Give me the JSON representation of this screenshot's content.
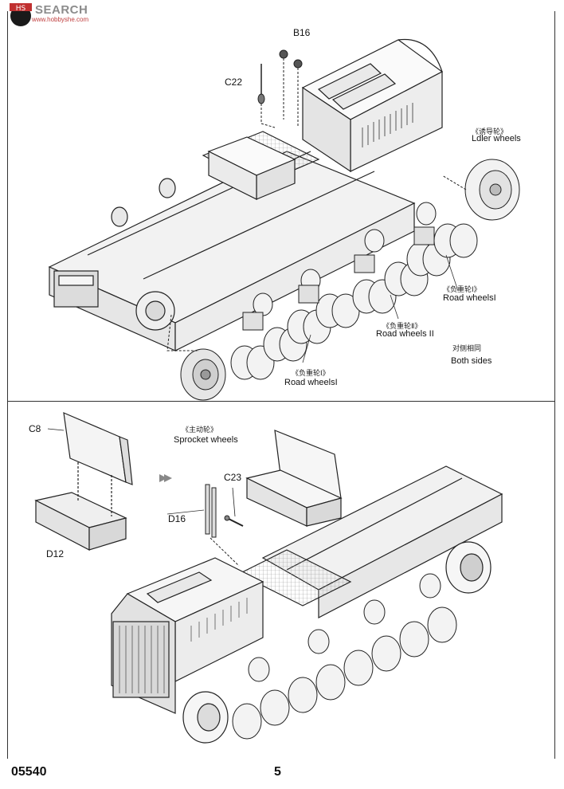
{
  "watermark": {
    "text": "SEARCH",
    "subtext": "www.hobbyshe.com"
  },
  "parts": {
    "b16": "B16",
    "c22": "C22",
    "c8": "C8",
    "d12": "D12",
    "c23": "C23",
    "d16": "D16"
  },
  "labels": {
    "idler_cn": "《诱导轮》",
    "idler_en": "Ldler wheels",
    "road_right_cn": "《负重轮Ⅰ》",
    "road_right_en": "Road wheelsI",
    "road_mid_cn": "《负重轮Ⅱ》",
    "road_mid_en": "Road wheels II",
    "road_left_cn": "《负重轮Ⅰ》",
    "road_left_en": "Road wheelsI",
    "both_cn": "对侧相同",
    "both_en": "Both sides",
    "sprocket_cn": "《主动轮》",
    "sprocket_en": "Sprocket wheels"
  },
  "footer": {
    "code": "05540",
    "page": "5"
  }
}
